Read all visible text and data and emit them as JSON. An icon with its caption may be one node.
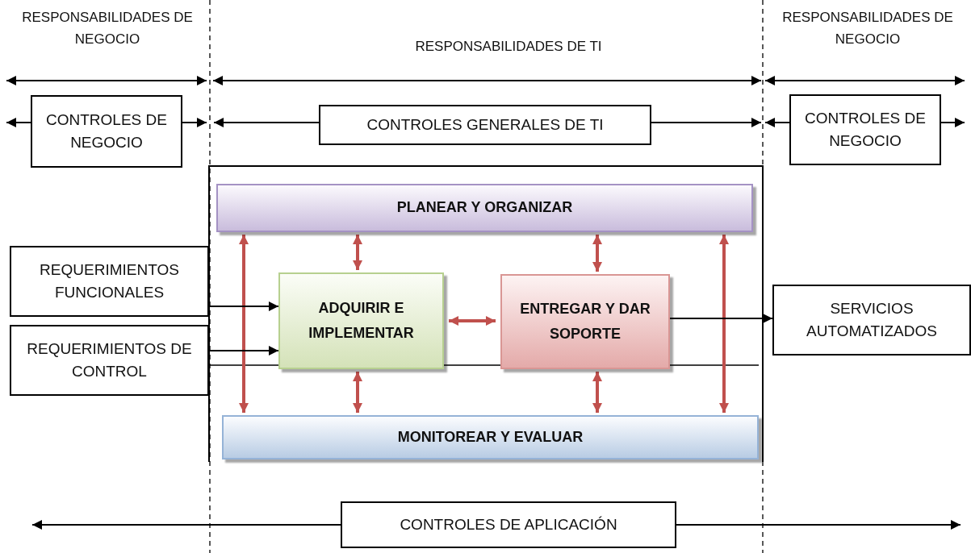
{
  "diagram": {
    "nodes": [
      {
        "text": [
          "CONTROLES DE NEGOCIO"
        ]
      },
      {
        "text": [
          "CONTROLES GENERALES DE TI"
        ]
      },
      {
        "text": [
          "CONTROLES DE NEGOCIO"
        ]
      },
      {
        "text": [],
        "shape": "box"
      },
      {
        "text": [
          "PLANEAR Y ORGANIZAR"
        ],
        "in": 3
      },
      {
        "text": [
          "REQUERIMIENTOS FUNCIONALES"
        ]
      },
      {
        "text": [
          "REQUERIMIENTOS DE CONTROL"
        ]
      },
      {
        "text": [
          "ADQUIRIR E IMPLEMENTAR"
        ],
        "in": 3
      },
      {
        "text": [
          "ENTREGAR Y DAR SOPORTE"
        ],
        "in": 3
      },
      {
        "text": [
          "SERVICIOS AUTOMATIZADOS"
        ]
      },
      {
        "text": [
          "MONITOREAR Y EVALUAR"
        ],
        "in": 3
      },
      {
        "text": [
          "CONTROLES DE APLICACIÓN"
        ]
      }
    ],
    "edges": [
      {
        "from": 0,
        "to": null,
        "arrow": "to"
      },
      {
        "from": 0,
        "to": null,
        "arrow": "to"
      },
      {
        "from": 1,
        "to": null,
        "arrow": "to"
      },
      {
        "from": 1,
        "to": null,
        "arrow": "to"
      },
      {
        "from": 2,
        "to": null,
        "arrow": "to"
      },
      {
        "from": 2,
        "to": null,
        "arrow": "to"
      },
      {
        "from": 4,
        "to": 10,
        "arrow": "both",
        "style": "thick",
        "color": "#c0504d"
      },
      {
        "from": 4,
        "to": 7,
        "arrow": "both",
        "style": "thick",
        "color": "#c0504d"
      },
      {
        "from": 4,
        "to": 8,
        "arrow": "both",
        "style": "thick",
        "color": "#c0504d"
      },
      {
        "from": 4,
        "to": 10,
        "arrow": "both",
        "style": "thick",
        "color": "#c0504d"
      },
      {
        "from": 5,
        "to": 7,
        "arrow": "to"
      },
      {
        "from": 6,
        "to": 7,
        "arrow": "to"
      },
      {
        "from": 7,
        "to": 8,
        "arrow": "both",
        "style": "thick",
        "color": "#c0504d"
      },
      {
        "from": 8,
        "to": 9,
        "arrow": "to"
      },
      {
        "from": 7,
        "to": 10,
        "arrow": "both",
        "style": "thick",
        "color": "#c0504d"
      },
      {
        "from": 8,
        "to": 10,
        "arrow": "both",
        "style": "thick",
        "color": "#c0504d"
      },
      {
        "from": 11,
        "to": null,
        "arrow": "to"
      },
      {
        "from": 11,
        "to": null,
        "arrow": "to"
      }
    ],
    "labels": [
      "RESPONSABILIDADES DE NEGOCIO",
      "RESPONSABILIDADES DE TI",
      "RESPONSABILIDADES DE NEGOCIO"
    ]
  }
}
